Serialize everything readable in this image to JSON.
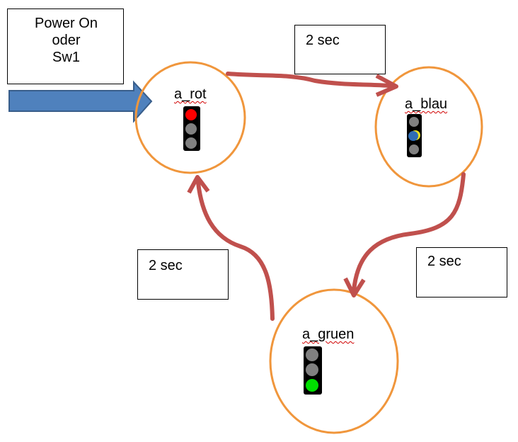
{
  "start": {
    "lines": [
      "Power On",
      "oder",
      "Sw1"
    ]
  },
  "states": {
    "rot": {
      "label": "a_rot",
      "lights": [
        "#ff0000",
        "#808080",
        "#808080"
      ]
    },
    "blau": {
      "label": "a_blau",
      "lights": [
        "#808080",
        "#2f6db5",
        "#808080"
      ]
    },
    "gruen": {
      "label": "a_gruen",
      "lights": [
        "#808080",
        "#808080",
        "#00e000"
      ]
    }
  },
  "transitions": {
    "rot_to_blau": "2 sec",
    "blau_to_gruen": "2 sec",
    "gruen_to_rot": "2 sec"
  },
  "colors": {
    "state_border": "#f0963c",
    "transition_arrow": "#c0504d",
    "entry_arrow_fill": "#4f81bd",
    "entry_arrow_stroke": "#385d8a",
    "traffic_light_body": "#000000"
  }
}
